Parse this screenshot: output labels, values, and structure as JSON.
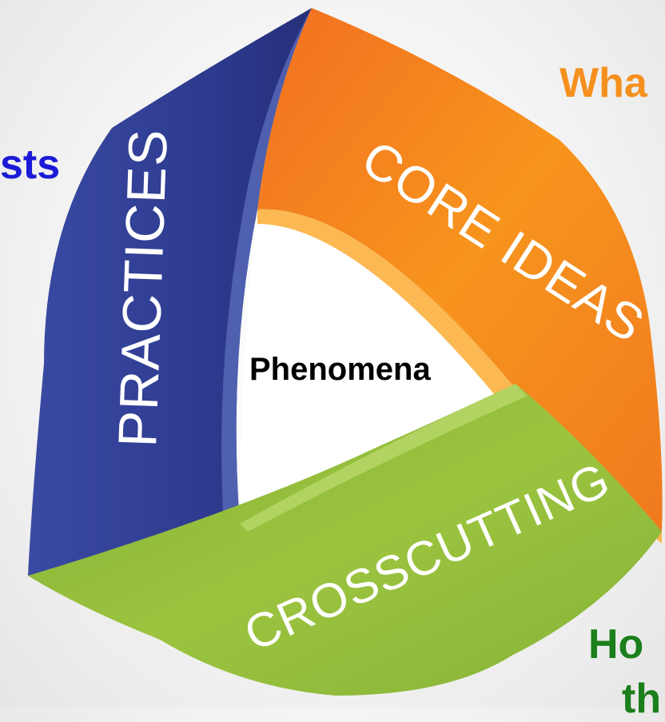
{
  "diagram": {
    "center_label": "Phenomena",
    "segments": [
      {
        "id": "practices",
        "label": "PRACTICES",
        "color": "#2F3D93"
      },
      {
        "id": "core_ideas",
        "label": "CORE IDEAS",
        "color": "#F5841F"
      },
      {
        "id": "crosscutting",
        "label": "CROSSCUTTING",
        "color": "#8DB63C"
      }
    ]
  },
  "edge_text": {
    "left": {
      "text": "sts",
      "color": "#1A1AD6"
    },
    "top_right": {
      "text": "Wha",
      "color": "#F5901E"
    },
    "bottom_right_1": {
      "text": "Ho",
      "color": "#1B7F1B"
    },
    "bottom_right_2": {
      "text": "th",
      "color": "#1B7F1B"
    }
  }
}
